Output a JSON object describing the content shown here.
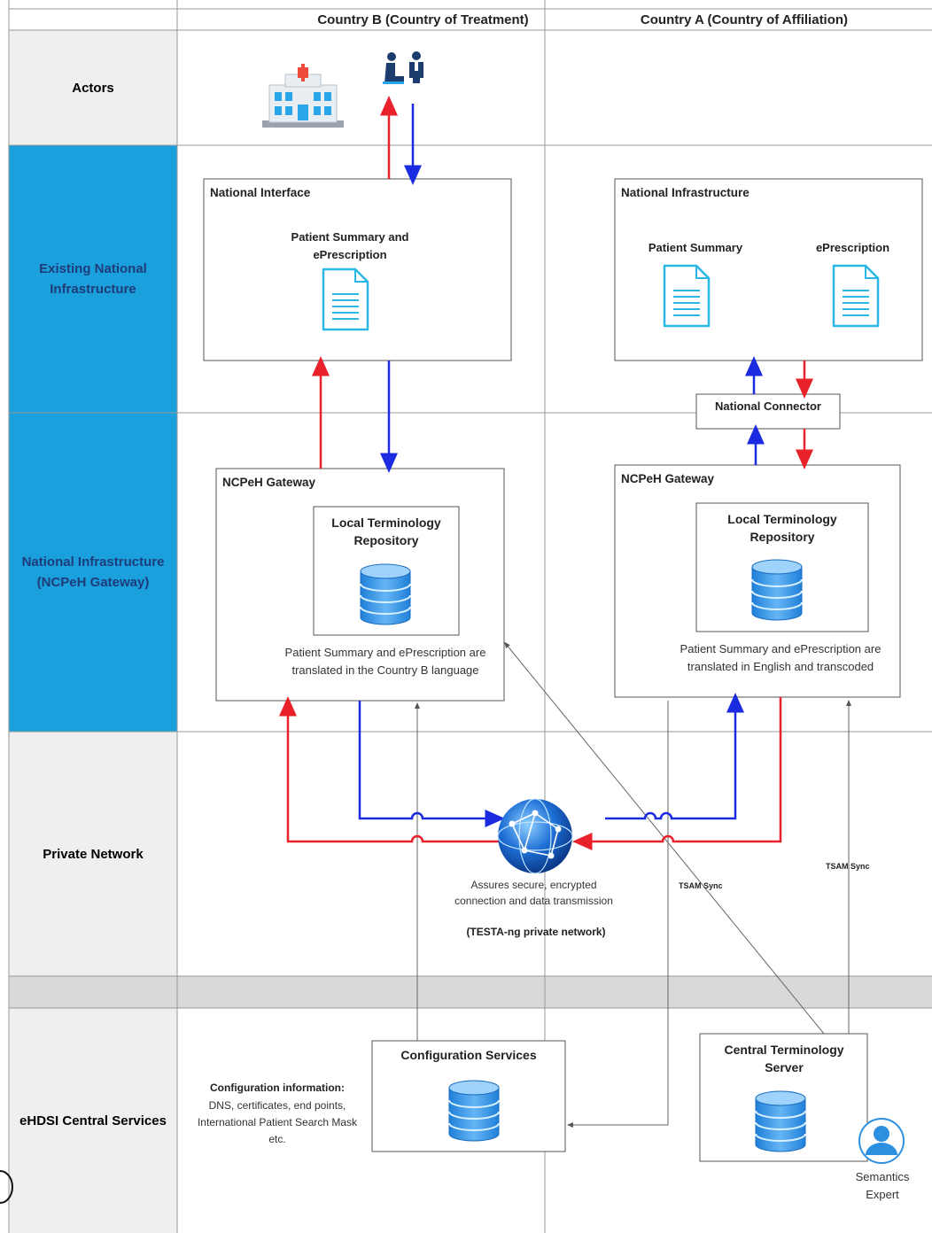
{
  "columns": {
    "country_b": "Country B (Country of Treatment)",
    "country_a": "Country A (Country of Affiliation)"
  },
  "rows": {
    "actors": "Actors",
    "existing_national": "Existing National Infrastructure",
    "national_ncpeh": "National Infrastructure (NCPeH Gateway)",
    "private_network": "Private Network",
    "central_services": "eHDSI Central Services"
  },
  "boxes": {
    "national_interface": {
      "title": "National Interface",
      "doc_label": "Patient Summary and ePrescription"
    },
    "national_infrastructure": {
      "title": "National Infrastructure",
      "doc1_label": "Patient Summary",
      "doc2_label": "ePrescription"
    },
    "national_connector": "National Connector",
    "gateway_b": {
      "title": "NCPeH Gateway",
      "repo_label": "Local Terminology Repository",
      "note": "Patient Summary and ePrescription are translated in the Country B language"
    },
    "gateway_a": {
      "title": "NCPeH Gateway",
      "repo_label": "Local Terminology Repository",
      "note": "Patient Summary and ePrescription are translated in English and transcoded"
    },
    "configuration_services": "Configuration Services",
    "central_terminology_server": "Central Terminology Server"
  },
  "network": {
    "desc": "Assures secure, encrypted connection and data transmission",
    "name": "(TESTA-ng private network)"
  },
  "configuration_info": {
    "title": "Configuration information:",
    "body": "DNS, certificates, end points, International Patient Search Mask etc."
  },
  "sync_labels": {
    "tsam1": "TSAM Sync",
    "tsam2": "TSAM Sync"
  },
  "semantics_expert": "Semantics Expert",
  "colors": {
    "band_blue": "#1aa0dc",
    "red_flow": "#e8212a",
    "blue_flow": "#1b2be0",
    "doc_cyan": "#2bb7e6",
    "db_blue": "#2d8fe0"
  },
  "icons": [
    "hospital-icon",
    "patient-doctor-icon",
    "document-icon",
    "database-icon",
    "globe-network-icon",
    "person-icon"
  ]
}
